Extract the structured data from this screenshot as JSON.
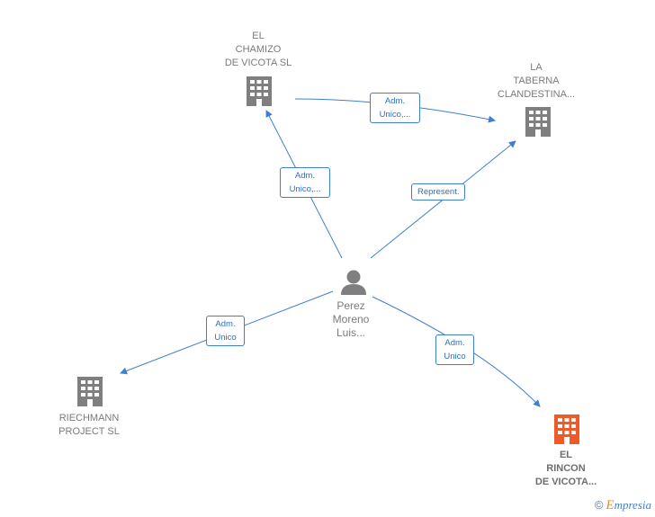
{
  "nodes": {
    "chamizo": {
      "lines": [
        "EL",
        "CHAMIZO",
        "DE VICOTA  SL"
      ],
      "color": "#7f7f7f"
    },
    "taberna": {
      "lines": [
        "LA",
        "TABERNA",
        "CLANDESTINA..."
      ],
      "color": "#7f7f7f"
    },
    "riechmann": {
      "lines": [
        "RIECHMANN",
        "PROJECT SL"
      ],
      "color": "#7f7f7f"
    },
    "rincon": {
      "lines": [
        "EL",
        "RINCON",
        "DE VICOTA..."
      ],
      "color": "#f05a28"
    },
    "person": {
      "lines": [
        "Perez",
        "Moreno",
        "Luis..."
      ],
      "color": "#7f7f7f"
    }
  },
  "edges": {
    "to_chamizo": {
      "lines": [
        "Adm.",
        "Unico,..."
      ]
    },
    "chamizo_taberna": {
      "lines": [
        "Adm.",
        "Unico,..."
      ]
    },
    "to_taberna": {
      "lines": [
        "Represent."
      ]
    },
    "to_riechmann": {
      "lines": [
        "Adm.",
        "Unico"
      ]
    },
    "to_rincon": {
      "lines": [
        "Adm.",
        "Unico"
      ]
    }
  },
  "colors": {
    "edge": "#3f7fcf",
    "building": "#7f7f7f",
    "highlight": "#f05a28"
  },
  "footer": {
    "copyright": "©",
    "brand_initial": "E",
    "brand_rest": "mpresia"
  }
}
